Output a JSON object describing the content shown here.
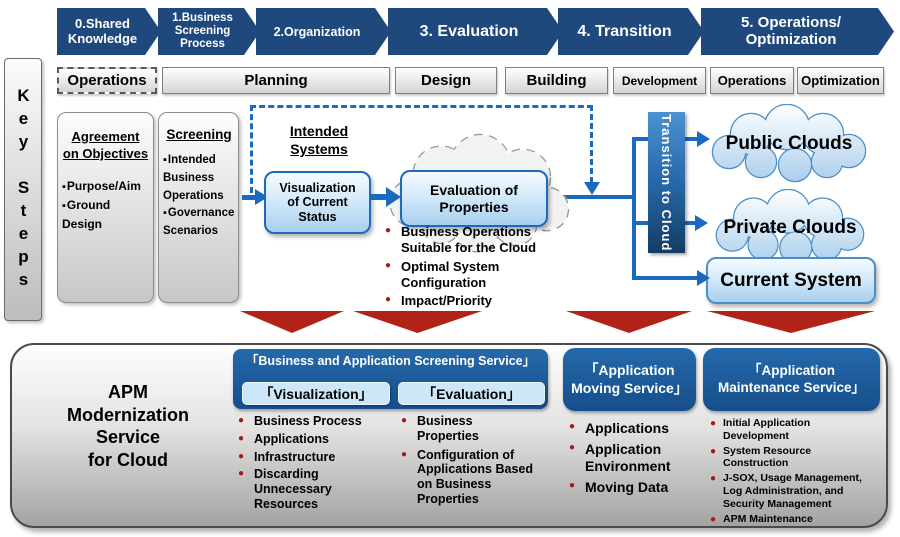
{
  "colors": {
    "navy": "#1F497D",
    "flow-blue": "#1B6AC0",
    "box-border-blue": "#2E75B6",
    "light-blue": "#CDE7F8",
    "service-blue": "#1B5C9E",
    "red": "#B22317",
    "bullet-red": "#A11A18"
  },
  "key_steps_label": "Key Steps",
  "process_arrows": [
    "0.Shared\nKnowledge",
    "1.Business\nScreening\nProcess",
    "2.Organization",
    "3. Evaluation",
    "4. Transition",
    "5. Operations/\nOptimization"
  ],
  "phases": [
    "Operations",
    "Planning",
    "Design",
    "Building",
    "Development",
    "Operations",
    "Optimization"
  ],
  "planning": {
    "agreement": {
      "title": "Agreement\non Objectives",
      "bullets": [
        "Purpose/Aim",
        "Ground\nDesign"
      ]
    },
    "screening": {
      "title": "Screening",
      "bullets": [
        "Intended\nBusiness\nOperations",
        "Governance\nScenarios"
      ]
    },
    "intended_systems": "Intended\nSystems",
    "visualization_box": "Visualization\nof Current\nStatus",
    "evaluation_box": "Evaluation of\nProperties",
    "evaluation_bullets": [
      "Business Operations\nSuitable for the Cloud",
      "Optimal System\nConfiguration",
      "Impact/Priority"
    ],
    "transition_bar": "Transition to Cloud",
    "public_cloud": "Public Clouds",
    "private_cloud": "Private Clouds",
    "current_system": "Current System"
  },
  "apm": {
    "title": "APM\nModernization\nService\nfor Cloud",
    "screening_service": {
      "title": "「Business and Application  Screening Service」",
      "visualization_tab": "「Visualization」",
      "evaluation_tab": "「Evaluation」",
      "visualization_bullets": [
        "Business Process",
        "Applications",
        "Infrastructure",
        "Discarding\nUnnecessary\nResources"
      ],
      "evaluation_bullets": [
        "Business\nProperties",
        "Configuration of\nApplications Based\non Business\nProperties"
      ]
    },
    "moving_service": {
      "title": "「Application\nMoving Service」",
      "bullets": [
        "Applications",
        "Application\nEnvironment",
        "Moving Data"
      ]
    },
    "maintenance_service": {
      "title": "「Application\nMaintenance Service」",
      "bullets": [
        "Initial Application\nDevelopment",
        "System Resource\nConstruction",
        "J-SOX, Usage Management,\nLog Administration,  and\nSecurity Management",
        "APM Maintenance"
      ]
    }
  }
}
